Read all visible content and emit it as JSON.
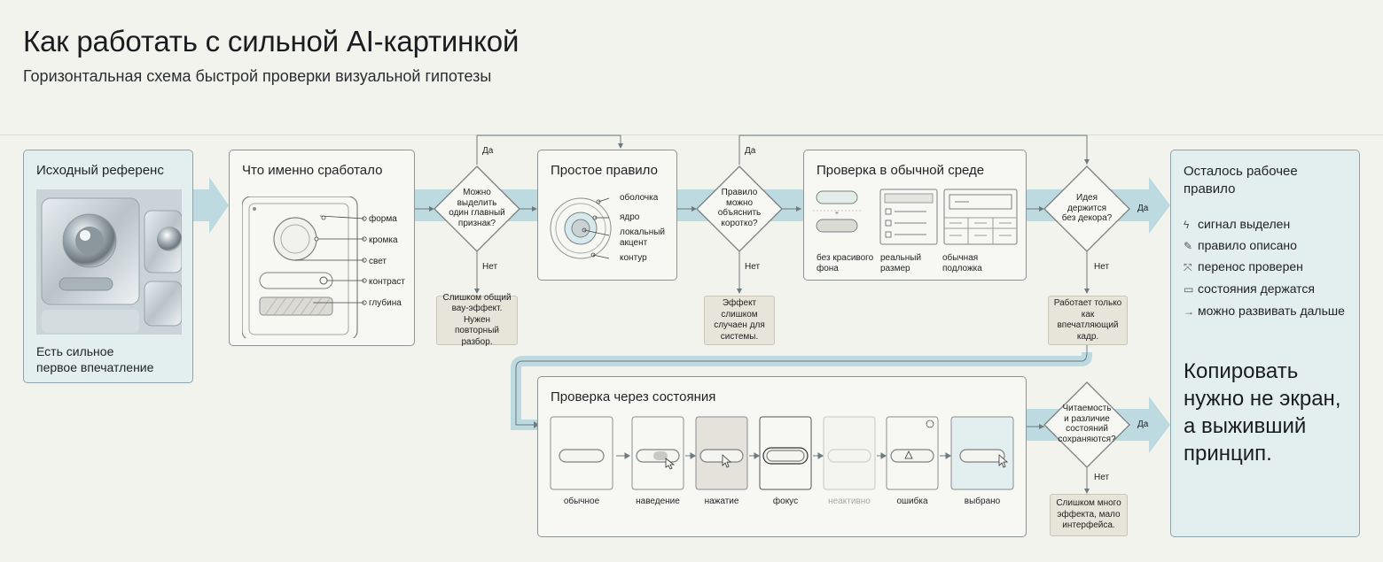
{
  "header": {
    "title": "Как работать с сильной AI-картинкой",
    "subtitle": "Горизонтальная схема быстрой проверки визуальной гипотезы"
  },
  "reference": {
    "title": "Исходный референс",
    "caption_line1": "Есть сильное",
    "caption_line2": "первое впечатление"
  },
  "worked": {
    "title": "Что именно сработало",
    "labels": [
      "форма",
      "кромка",
      "свет",
      "контраст",
      "глубина"
    ]
  },
  "decision1": {
    "text": [
      "Можно",
      "выделить",
      "один главный",
      "признак?"
    ],
    "yes": "Да",
    "no": "Нет",
    "note": [
      "Слишком общий",
      "вау-эффект.",
      "Нужен повторный",
      "разбор."
    ]
  },
  "simple_rule": {
    "title": "Простое правило",
    "labels": [
      "оболочка",
      "ядро",
      "локальный",
      "акцент",
      "контур"
    ]
  },
  "decision2": {
    "text": [
      "Правило",
      "можно",
      "объяснить",
      "коротко?"
    ],
    "yes": "Да",
    "no": "Нет",
    "note": [
      "Эффект",
      "слишком",
      "случаен для",
      "системы."
    ]
  },
  "normal_env": {
    "title": "Проверка в обычной среде",
    "captions": [
      [
        "без красивого",
        "фона"
      ],
      [
        "реальный",
        "размер"
      ],
      [
        "обычная",
        "подложка"
      ]
    ]
  },
  "decision3": {
    "text": [
      "Идея",
      "держится",
      "без декора?"
    ],
    "yes": "Да",
    "no": "Нет",
    "note": [
      "Работает только",
      "как",
      "впечатляющий",
      "кадр."
    ]
  },
  "states": {
    "title": "Проверка через состояния",
    "items": [
      "обычное",
      "наведение",
      "нажатие",
      "фокус",
      "неактивно",
      "ошибка",
      "выбрано"
    ]
  },
  "decision4": {
    "text": [
      "Читаемость",
      "и различие",
      "состояний",
      "сохраняются?"
    ],
    "yes": "Да",
    "no": "Нет",
    "note": [
      "Слишком много",
      "эффекта, мало",
      "интерфейса."
    ]
  },
  "result": {
    "title_line1": "Осталось рабочее",
    "title_line2": "правило",
    "items": [
      {
        "icon": "bolt-icon",
        "text": "сигнал выделен"
      },
      {
        "icon": "pencil-icon",
        "text": "правило описано"
      },
      {
        "icon": "expand-icon",
        "text": "перенос проверен"
      },
      {
        "icon": "square-icon",
        "text": "состояния держатся"
      },
      {
        "icon": "arrow-right-icon",
        "text": "можно развивать дальше"
      }
    ],
    "conclusion": [
      "Копировать",
      "нужно не экран,",
      "а выживший",
      "принцип."
    ]
  },
  "colors": {
    "flow": "#bcdadf",
    "card_border": "#8e9394",
    "note_bg": "#e7e4da",
    "result_bg": "#e3eeef"
  }
}
